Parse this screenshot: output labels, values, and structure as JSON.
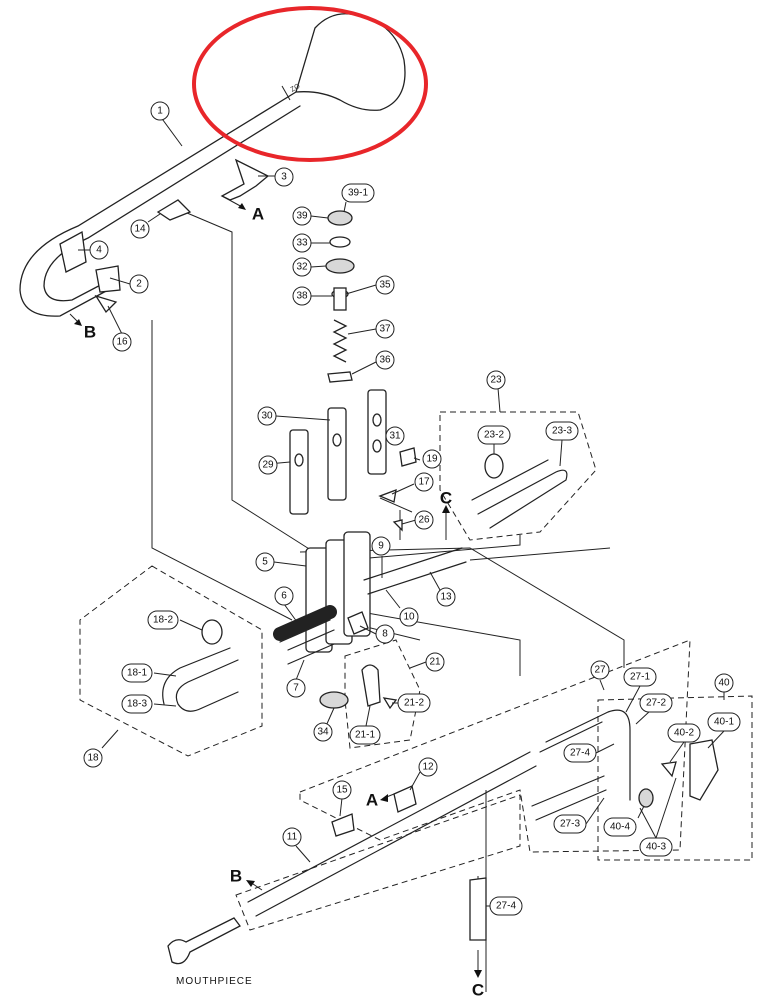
{
  "diagram": {
    "labels": {
      "p1": "1",
      "p2": "2",
      "p3": "3",
      "p4": "4",
      "p5": "5",
      "p6": "6",
      "p7": "7",
      "p8": "8",
      "p9": "9",
      "p10": "10",
      "p11": "11",
      "p12": "12",
      "p13": "13",
      "p14": "14",
      "p15": "15",
      "p16": "16",
      "p17": "17",
      "p18": "18",
      "p18_1": "18-1",
      "p18_2": "18-2",
      "p18_3": "18-3",
      "p19": "19",
      "p21": "21",
      "p21_1": "21-1",
      "p21_2": "21-2",
      "p23": "23",
      "p23_2": "23-2",
      "p23_3": "23-3",
      "p26": "26",
      "p27": "27",
      "p27_1": "27-1",
      "p27_2": "27-2",
      "p27_3": "27-3",
      "p27_4a": "27-4",
      "p27_4b": "27-4",
      "p29": "29",
      "p30": "30",
      "p31": "31",
      "p32": "32",
      "p33": "33",
      "p34": "34",
      "p35": "35",
      "p36": "36",
      "p37": "37",
      "p38": "38",
      "p39": "39",
      "p39_1": "39-1",
      "p40": "40",
      "p40_1": "40-1",
      "p40_2": "40-2",
      "p40_3": "40-3",
      "p40_4": "40-4"
    },
    "connectors": {
      "a_top": "A",
      "a_bottom": "A",
      "b_top": "B",
      "b_bottom": "B",
      "c_top": "C",
      "c_bottom": "C"
    },
    "mouthpiece_label": "MOUTHPIECE",
    "highlight_color": "#e8262a"
  }
}
